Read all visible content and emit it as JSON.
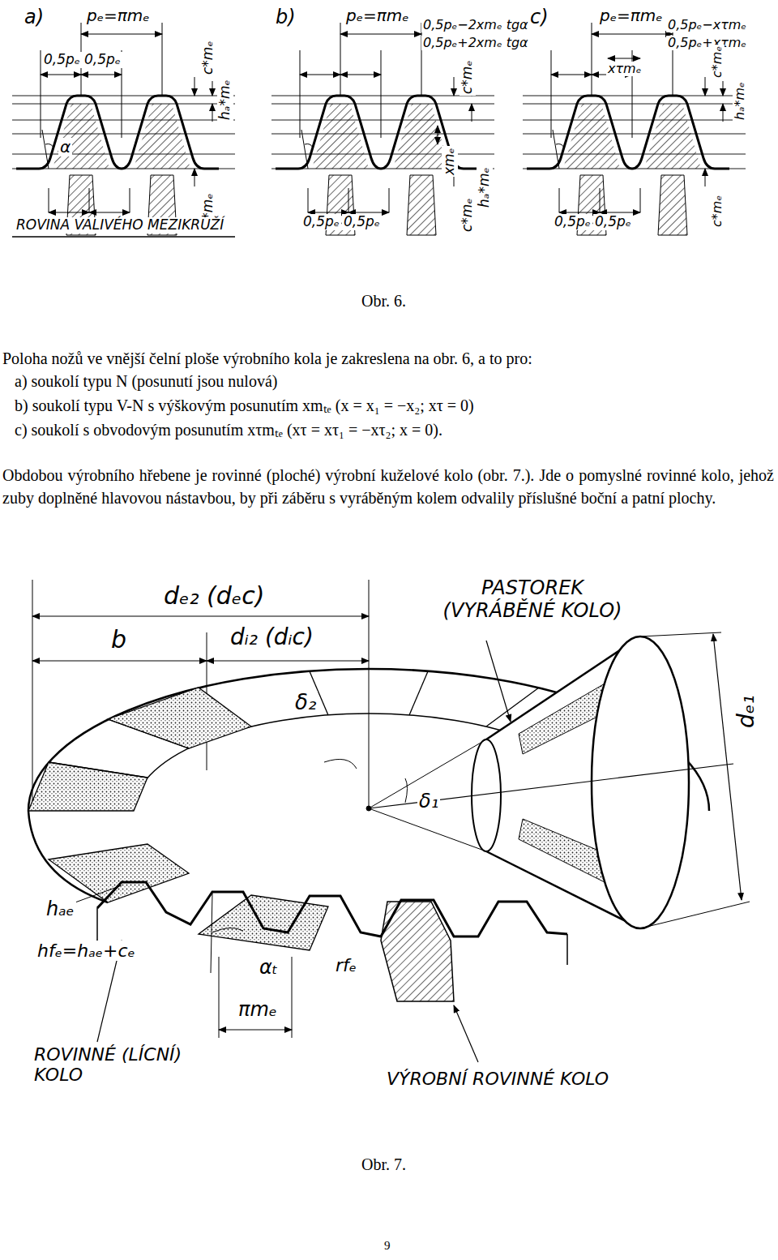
{
  "diagram": {
    "labels": [
      "a)",
      "pₑ=πmₑ",
      "0,5pₑ",
      "0,5pₑ",
      "c*mₑ",
      "hₐ*mₑ",
      "α",
      "c*mₑ",
      "ROVINA VALIVÉHO MEZIKRUŽÍ",
      "b)",
      "pₑ=πmₑ",
      "0,5pₑ−2xmₑ tgα",
      "0,5pₑ+2xmₑ tgα",
      "c*mₑ",
      "xmₑ",
      "c*mₑ",
      "hₐ*mₑ",
      "0,5pₑ",
      "0,5pₑ",
      "c)",
      "pₑ=πmₑ",
      "0,5pₑ−xτmₑ",
      "0,5pₑ+xτmₑ",
      "xτmₑ",
      "c*mₑ",
      "hₐ*mₑ",
      "0,5pₑ",
      "0,5pₑ",
      "c*mₑ",
      "Obr. 6.",
      "Poloha nožů ve vnější čelní ploše výrobního kola je zakreslena na obr. 6, a to pro:",
      "a) soukolí typu N (posunutí jsou nulová)",
      "b) soukolí typu V-N s výškovým posunutím xmₜₑ (x = x₁ = −x₂; xτ = 0)",
      "c) soukolí s obvodovým posunutím xτmₜₑ (xτ = xτ₁ = −xτ₂; x = 0).",
      "Obdobou výrobního hřebene je rovinné (ploché) výrobní kuželové kolo (obr. 7.). Jde o pomyslné rovinné kolo, jehož zuby doplněné hlavovou nástavbou, by při záběru s vyráběným kolem odvalily příslušné boční a patní plochy.",
      "dₑ₂ (dₑc)",
      "b",
      "dᵢ₂ (dᵢc)",
      "PASTOREK (VYRÁBĚNÉ KOLO)",
      "dₑ₁",
      "δ₂",
      "δ₁",
      "hₐₑ",
      "hfₑ=hₐₑ+cₑ",
      "αₜ",
      "rfₑ",
      "πmₑ",
      "ROVINNÉ (LÍCNÍ) KOLO",
      "VÝROBNÍ ROVINNÉ KOLO",
      "Obr. 7.",
      "9"
    ]
  }
}
